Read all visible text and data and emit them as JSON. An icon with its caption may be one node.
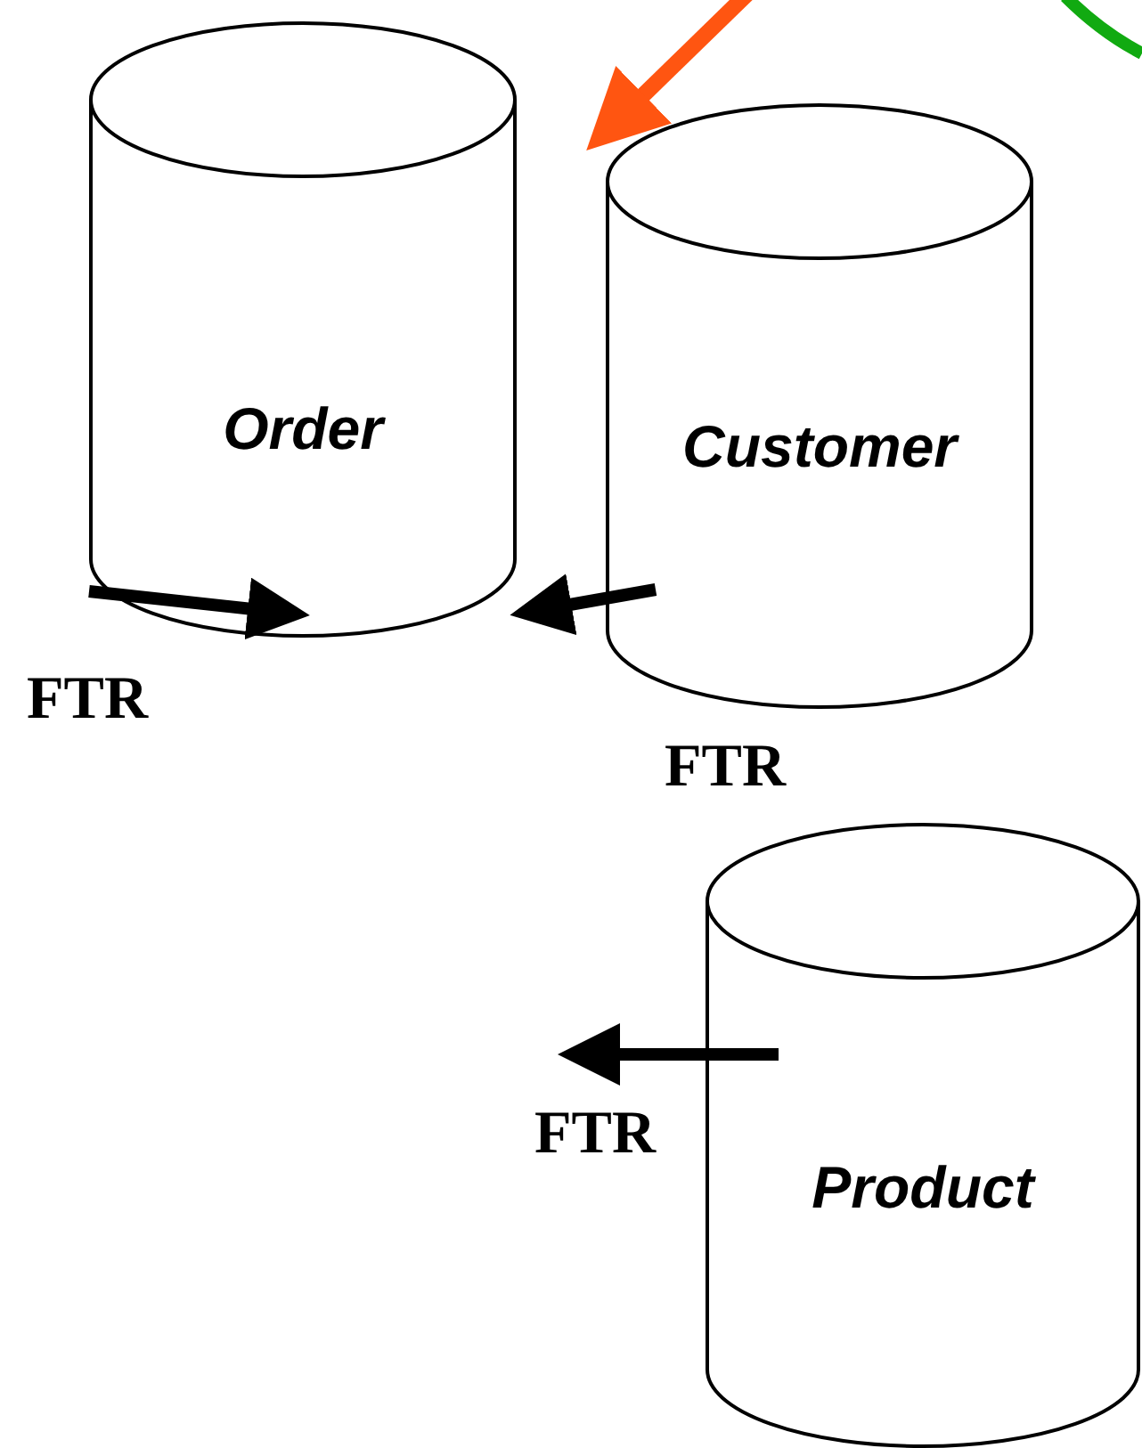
{
  "diagram": {
    "nodes": [
      {
        "text": [
          "Order"
        ]
      },
      {
        "text": [
          "Customer"
        ]
      },
      {
        "text": [
          "Product"
        ]
      }
    ],
    "edges": [
      {
        "from": null,
        "to": 0,
        "arrow": "to"
      },
      {
        "from": 1,
        "to": 0,
        "arrow": "to"
      },
      {
        "from": 2,
        "to": null,
        "arrow": "to"
      },
      {
        "from": null,
        "to": 1,
        "arrow": "to",
        "color": "#ff5511"
      }
    ],
    "labels": [
      "FTR",
      "FTR",
      "FTR"
    ]
  }
}
